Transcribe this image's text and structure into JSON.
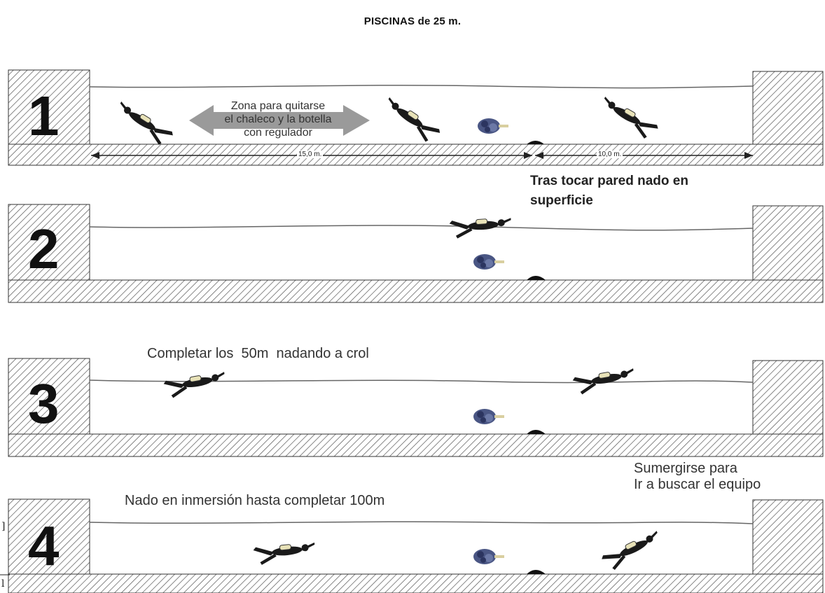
{
  "title": "PISCINAS de 25 m.",
  "pools": [
    {
      "number": "1"
    },
    {
      "number": "2"
    },
    {
      "number": "3"
    },
    {
      "number": "4"
    }
  ],
  "pool1": {
    "zone_text": [
      "Zona para quitarse",
      "el chaleco y la botella",
      "con regulador"
    ],
    "dim_left": "15,0 m.",
    "dim_right": "10,0 m."
  },
  "pool2": {
    "note_line1": "Tras tocar pared nado en",
    "note_line2": "superficie"
  },
  "pool3": {
    "note": "Completar los  50m  nadando a crol"
  },
  "pool4": {
    "note": "Nado en inmersión hasta completar 100m",
    "dive_line1": "Sumergirse para",
    "dive_line2": "Ir a buscar el equipo"
  },
  "page_edge": {
    "mark1": "]",
    "mark2": "l"
  },
  "colors": {
    "hatch": "#555555",
    "water_line": "#666666",
    "arrow_fill": "#9a9a9a",
    "diver": "#1a1a1a",
    "gear": "#3c4a7a"
  }
}
